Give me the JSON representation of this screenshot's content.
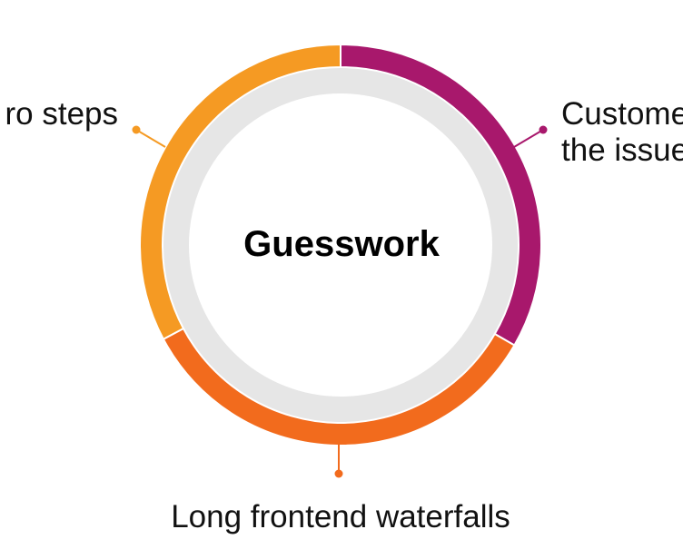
{
  "center_title": "Guesswork",
  "segments": [
    {
      "id": "top-right",
      "color": "#A8186C",
      "start_deg": 0,
      "end_deg": 120
    },
    {
      "id": "bottom",
      "color": "#F26B1D",
      "start_deg": 120,
      "end_deg": 242
    },
    {
      "id": "left",
      "color": "#F59A23",
      "start_deg": 242,
      "end_deg": 360
    }
  ],
  "labels": {
    "left": {
      "line1": "ro steps"
    },
    "right": {
      "line1": "Custome",
      "line2": "the issue"
    },
    "bottom": {
      "line1": "Long frontend waterfalls"
    }
  },
  "colors": {
    "inner_ring": "#E6E6E6",
    "connector_left": "#F59A23",
    "connector_right": "#A8186C",
    "connector_bottom": "#F26B1D"
  }
}
